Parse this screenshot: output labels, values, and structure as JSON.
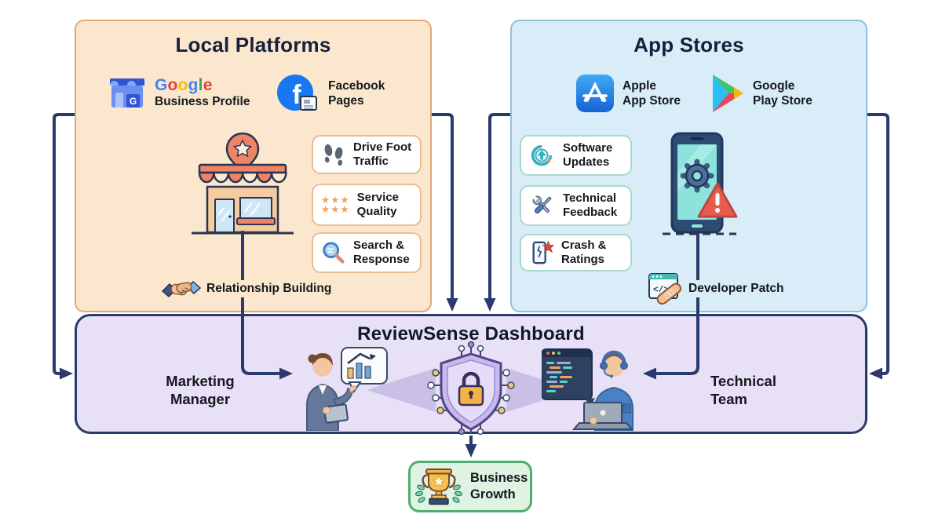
{
  "diagram_title": "ReviewSense review flow diagram",
  "colors": {
    "local_box_fill": "#FBE7CD",
    "local_box_border": "#E4A878",
    "app_box_fill": "#D9EDF8",
    "app_box_border": "#8FC0DC",
    "dashboard_fill": "#E8E0F6",
    "dashboard_border": "#2A3A6C",
    "growth_fill": "#DFF3E2",
    "growth_border": "#4FAE6E",
    "arrow": "#2A3A6C",
    "facebook_blue": "#1877F2",
    "star_orange": "#F0A05A"
  },
  "icons": {
    "google-business-icon": "blue storefront with G badge",
    "facebook-icon": "blue circle f with page badge",
    "apple-appstore-icon": "blue rounded square with white A glyph",
    "google-play-icon": "multicolor play triangle",
    "footprints-icon": "two footprints",
    "stars-icon": "two rows of three orange stars",
    "magnifier-icon": "magnifying glass",
    "update-icon": "circular arrow with up arrow",
    "tools-icon": "crossed wrench and screwdriver",
    "crash-icon": "cracked phone with red burst",
    "handshake-icon": "handshake",
    "patch-icon": "code window with bandage",
    "store-illustration": "storefront with map pin",
    "phone-illustration": "smartphone with gear and warning",
    "shield-illustration": "circuit shield with lock",
    "marketer-illustration": "woman with tablet and chart bubble",
    "developer-illustration": "man with headset, laptop and code bubble",
    "trophy-icon": "trophy with star and laurels"
  },
  "local_platforms": {
    "title": "Local Platforms",
    "google_business": {
      "wordmark": [
        {
          "ch": "G",
          "color": "#4285F4"
        },
        {
          "ch": "o",
          "color": "#EA4335"
        },
        {
          "ch": "o",
          "color": "#FBBC05"
        },
        {
          "ch": "g",
          "color": "#4285F4"
        },
        {
          "ch": "l",
          "color": "#34A853"
        },
        {
          "ch": "e",
          "color": "#EA4335"
        }
      ],
      "label": "Business Profile",
      "icon_letter": "G"
    },
    "facebook": {
      "line1": "Facebook",
      "line2": "Pages",
      "letter": "f"
    },
    "benefits": [
      {
        "icon": "footprints-icon",
        "line1": "Drive Foot",
        "line2": "Traffic"
      },
      {
        "icon": "stars-icon",
        "line1": "Service",
        "line2": "Quality",
        "stars_row": "★★★"
      },
      {
        "icon": "magnifier-icon",
        "line1": "Search &",
        "line2": "Response"
      }
    ],
    "relationship_label": "Relationship Building"
  },
  "app_stores": {
    "title": "App Stores",
    "apple": {
      "line1": "Apple",
      "line2": "App Store"
    },
    "google_play": {
      "line1": "Google",
      "line2": "Play Store"
    },
    "benefits": [
      {
        "icon": "update-icon",
        "line1": "Software",
        "line2": "Updates"
      },
      {
        "icon": "tools-icon",
        "line1": "Technical",
        "line2": "Feedback"
      },
      {
        "icon": "crash-icon",
        "line1": "Crash &",
        "line2": "Ratings"
      }
    ],
    "patch_label": "Developer Patch"
  },
  "dashboard": {
    "title": "ReviewSense Dashboard",
    "marketing_role": {
      "line1": "Marketing",
      "line2": "Manager"
    },
    "technical_role": {
      "line1": "Technical",
      "line2": "Team"
    }
  },
  "outcome": {
    "line1": "Business",
    "line2": "Growth"
  }
}
